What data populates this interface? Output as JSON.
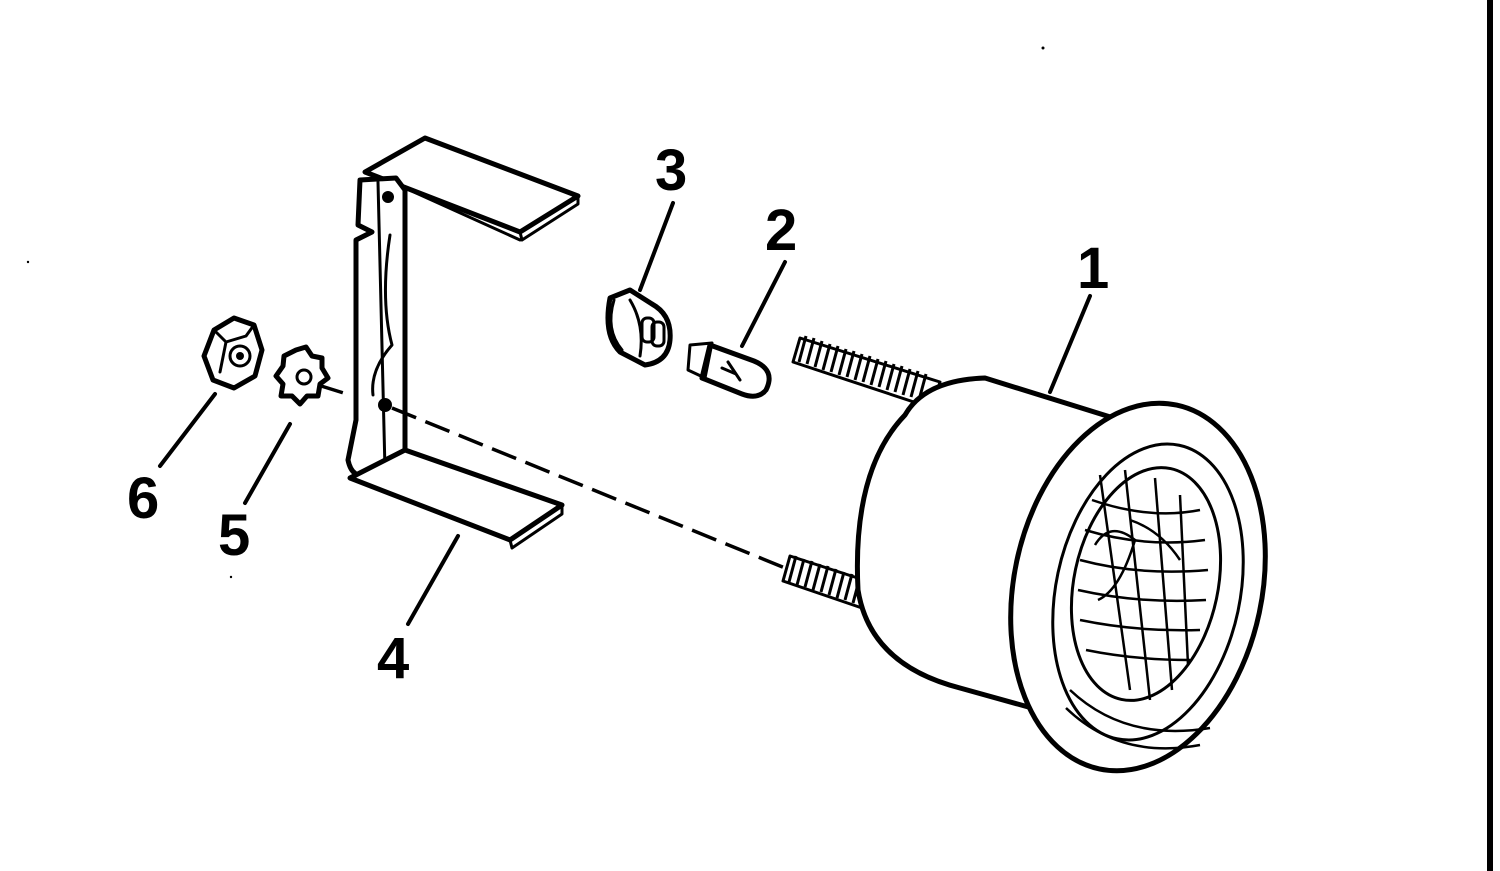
{
  "diagram": {
    "callouts": [
      {
        "id": "1",
        "label": "1"
      },
      {
        "id": "2",
        "label": "2"
      },
      {
        "id": "3",
        "label": "3"
      },
      {
        "id": "4",
        "label": "4"
      },
      {
        "id": "5",
        "label": "5"
      },
      {
        "id": "6",
        "label": "6"
      }
    ]
  },
  "colors": {
    "ink": "#000000",
    "paper": "#ffffff"
  }
}
